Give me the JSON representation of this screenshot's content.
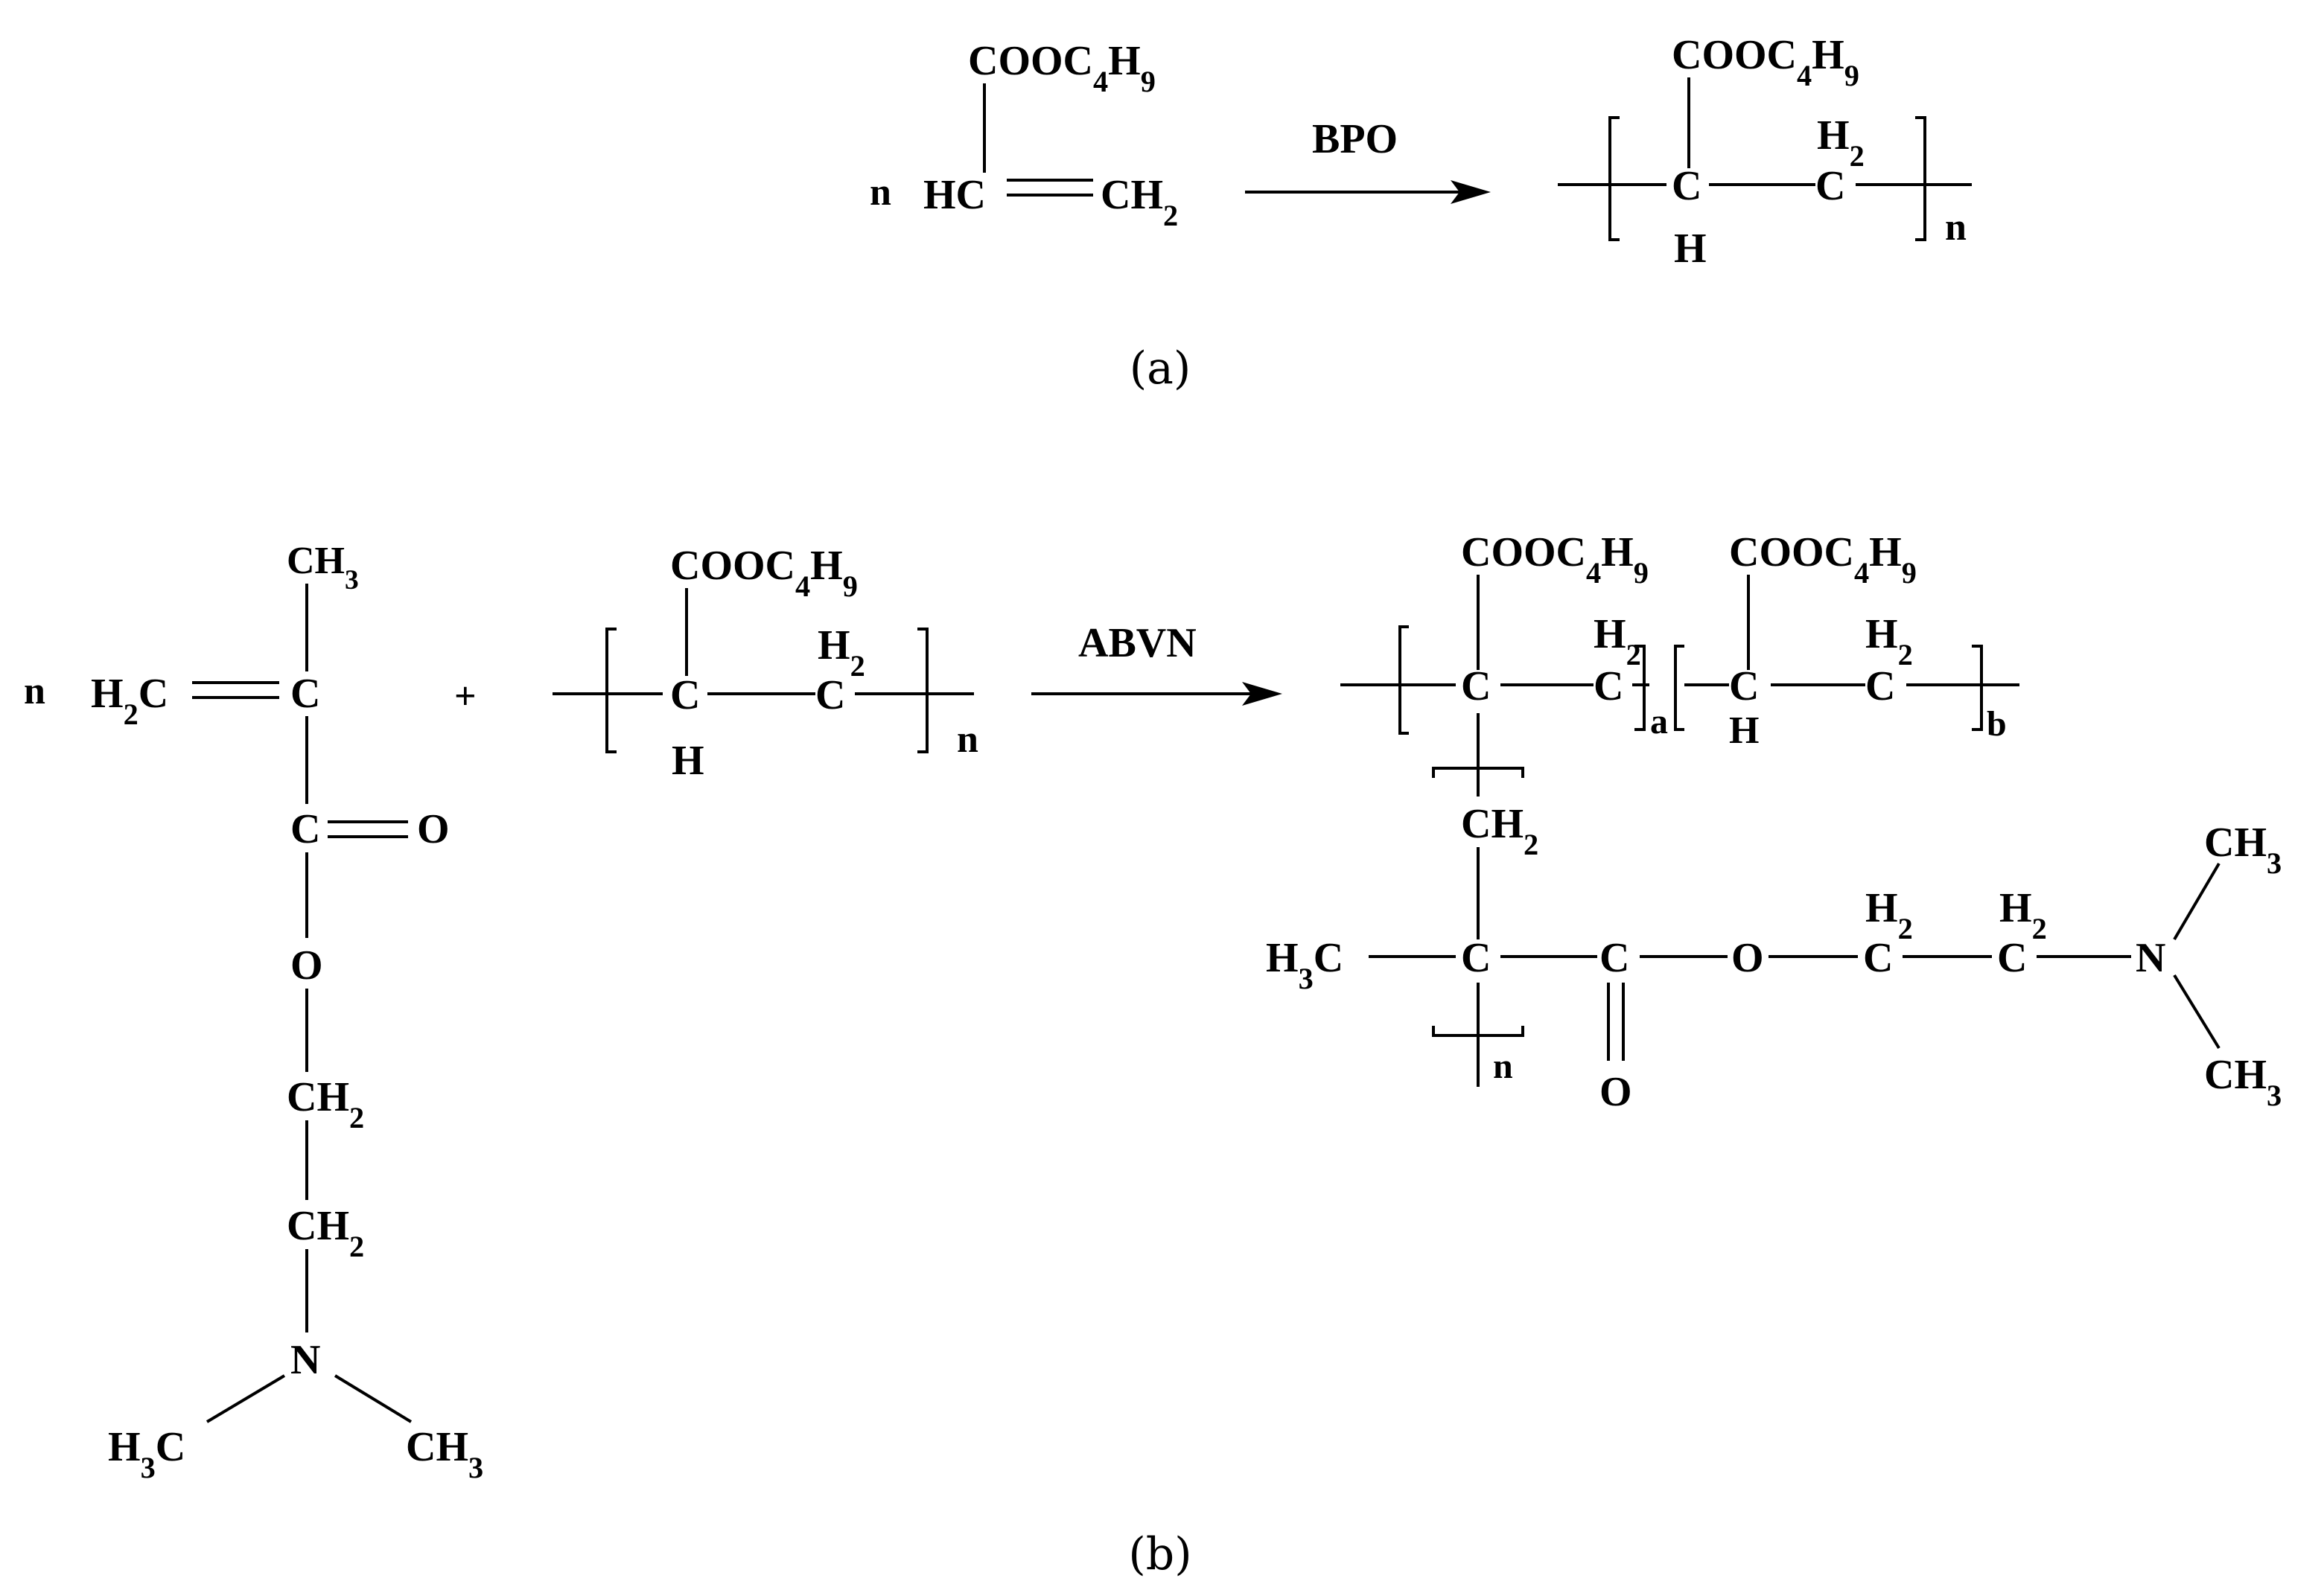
{
  "panel_a": {
    "coefficient": "n",
    "monomer": {
      "substituent": "COOC4H9",
      "alpha_carbon": "HC",
      "beta_carbon": "CH2"
    },
    "initiator": "BPO",
    "polymer": {
      "substituent": "COOC4H9",
      "backbone_c1": "C",
      "backbone_h": "H",
      "backbone_c2_h": "H2",
      "backbone_c2": "C",
      "repeat": "n"
    },
    "caption": "(a)"
  },
  "panel_b": {
    "coefficient": "n",
    "monomer": {
      "methyl": "CH3",
      "vinyl": "H2C",
      "alpha_carbon": "C",
      "carbonyl_c": "C",
      "carbonyl_o": "O",
      "ester_o": "O",
      "ch2_1": "CH2",
      "ch2_2": "CH2",
      "nitrogen": "N",
      "n_methyl_left": "H3C",
      "n_methyl_right": "CH3"
    },
    "plus": "+",
    "prepolymer": {
      "substituent": "COOC4H9",
      "backbone_c1": "C",
      "backbone_h": "H",
      "backbone_c2_h": "H2",
      "backbone_c2": "C",
      "repeat": "n"
    },
    "initiator": "ABVN",
    "product": {
      "unit_a_substituent": "COOC4H9",
      "unit_a_c1": "C",
      "unit_a_c2_h": "H2",
      "unit_a_c2": "C",
      "unit_a_repeat": "a",
      "unit_b_substituent": "COOC4H9",
      "unit_b_c1": "C",
      "unit_b_h": "H",
      "unit_b_c2_h": "H2",
      "unit_b_c2": "C",
      "unit_b_repeat": "b",
      "graft_ch2": "CH2",
      "graft_methyl": "H3C",
      "graft_c": "C",
      "graft_repeat": "n",
      "carbonyl_c": "C",
      "carbonyl_o": "O",
      "ester_o": "O",
      "ch2_1_h": "H2",
      "ch2_1_c": "C",
      "ch2_2_h": "H2",
      "ch2_2_c": "C",
      "nitrogen": "N",
      "n_methyl_top": "CH3",
      "n_methyl_bottom": "CH3"
    },
    "caption": "(b)"
  }
}
